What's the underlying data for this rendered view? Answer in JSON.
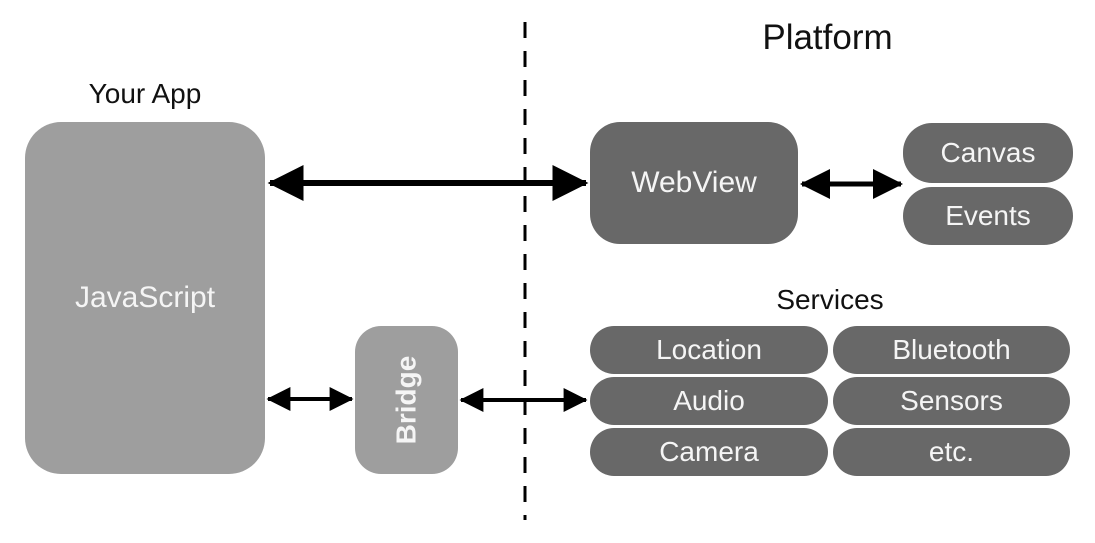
{
  "your_app": {
    "title": "Your App",
    "javascript_label": "JavaScript",
    "bridge_label": "Bridge"
  },
  "platform": {
    "title": "Platform",
    "webview_label": "WebView",
    "ui_components": [
      "Canvas",
      "Events"
    ],
    "services": {
      "title": "Services",
      "items": [
        "Location",
        "Bluetooth",
        "Audio",
        "Sensors",
        "Camera",
        "etc."
      ]
    }
  },
  "colors": {
    "light_box": "#9e9e9e",
    "dark_box": "#686868",
    "box_text": "#f5f5f5",
    "label_text": "#111111",
    "arrow": "#000000",
    "background": "#ffffff"
  }
}
